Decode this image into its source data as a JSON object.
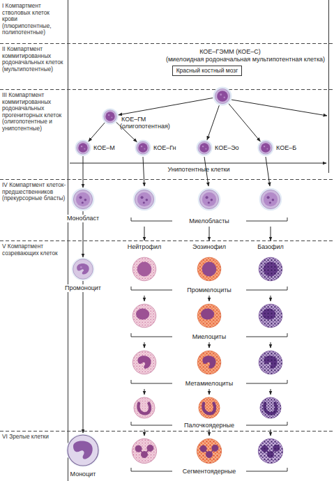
{
  "diagram": {
    "nodes": [
      {
        "text": [
          "КОЕ–ГЭММ (КОЕ–С)",
          "(миелоидная родоначальная мультипотентная клетка)"
        ]
      },
      {
        "text": [
          "Красный костный мозг"
        ]
      },
      {
        "text": [
          "КОЕ–ГМ",
          "(олигопотентная)"
        ]
      },
      {
        "text": [
          "КОЕ–М"
        ]
      },
      {
        "text": [
          "КОЕ–Гн"
        ]
      },
      {
        "text": [
          "КОЕ–Эо"
        ]
      },
      {
        "text": [
          "КОЕ–Б"
        ]
      },
      {
        "text": [
          "Монобласт"
        ]
      },
      {
        "text": [
          "Нейтрофил"
        ]
      },
      {
        "text": [
          "Эозинофил"
        ]
      },
      {
        "text": [
          "Базофил"
        ]
      },
      {
        "text": [
          "Промоноцит"
        ]
      },
      {
        "text": [
          "Моноцит"
        ]
      }
    ],
    "edges": [
      {
        "from": 0,
        "to": 2,
        "arrow": "to"
      },
      {
        "from": 0,
        "to": 5,
        "arrow": "to"
      },
      {
        "from": 0,
        "to": 6,
        "arrow": "to"
      },
      {
        "from": 2,
        "to": 3,
        "arrow": "to"
      },
      {
        "from": 2,
        "to": 4,
        "arrow": "to"
      },
      {
        "from": 3,
        "to": 7,
        "arrow": "to"
      },
      {
        "from": 7,
        "to": 11,
        "arrow": "to"
      },
      {
        "from": 11,
        "to": 12,
        "arrow": "to"
      }
    ],
    "labels": [
      "I Компартмент стволовых клеток крови (плюрипотентные, полипотентные)",
      "II Компартмент коммитированных родоначальных клеток (мультипотентные)",
      "III Компартмент коммитированных родоначальных прогениторных клеток (олигопотентные и унипотентные)",
      "IV Компартмент клеток-предшественников (прекурсорные бласты)",
      "V Компартмент созревающих клеток",
      "VI Зрелые клетки",
      "Унипотентные клетки",
      "Миелобласты",
      "Промиелоциты",
      "Миелоциты",
      "Метамиелоциты",
      "Палочкоядерные",
      "Сегментоядерные"
    ]
  }
}
